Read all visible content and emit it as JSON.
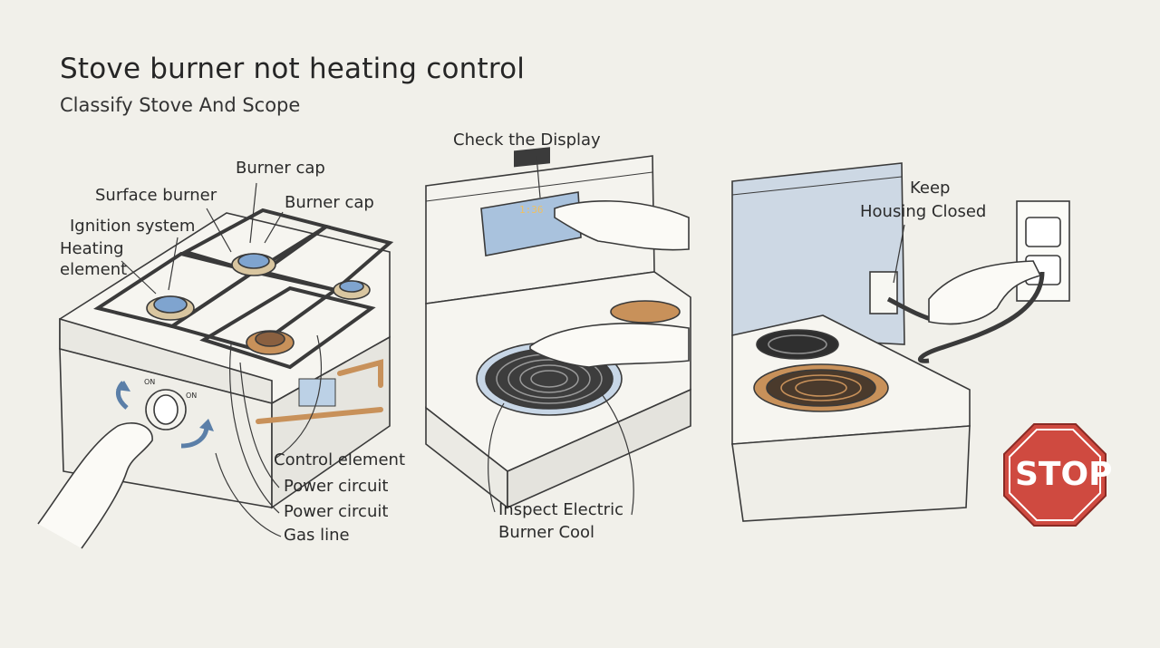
{
  "header": {
    "title": "Stove burner not heating control",
    "subtitle": "Classify Stove And Scope"
  },
  "panel_gas": {
    "labels": {
      "burner_cap_top": "Burner cap",
      "surface_burner": "Surface burner",
      "burner_cap_right": "Burner cap",
      "ignition_system": "Ignition system",
      "heating_element_1": "Heating",
      "heating_element_2": "element",
      "control_element": "Control element",
      "power_circuit_1": "Power circuit",
      "power_circuit_2": "Power circuit",
      "gas_line": "Gas line"
    },
    "knob_marks": {
      "left": "ON",
      "right": "ON"
    }
  },
  "panel_electric": {
    "check_display": "Check the Display",
    "display_value": "1:36",
    "inspect_1": "Inspect Electric",
    "inspect_2": "Burner Cool"
  },
  "panel_safety": {
    "keep_1": "Keep",
    "keep_2": "Housing Closed",
    "stop_sign": "STOP"
  },
  "colors": {
    "background": "#f1f0ea",
    "flame_blue": "#7fa4cf",
    "copper": "#c8915a",
    "stop_red": "#cf4a40",
    "coil_dark": "#3d3d3d"
  }
}
